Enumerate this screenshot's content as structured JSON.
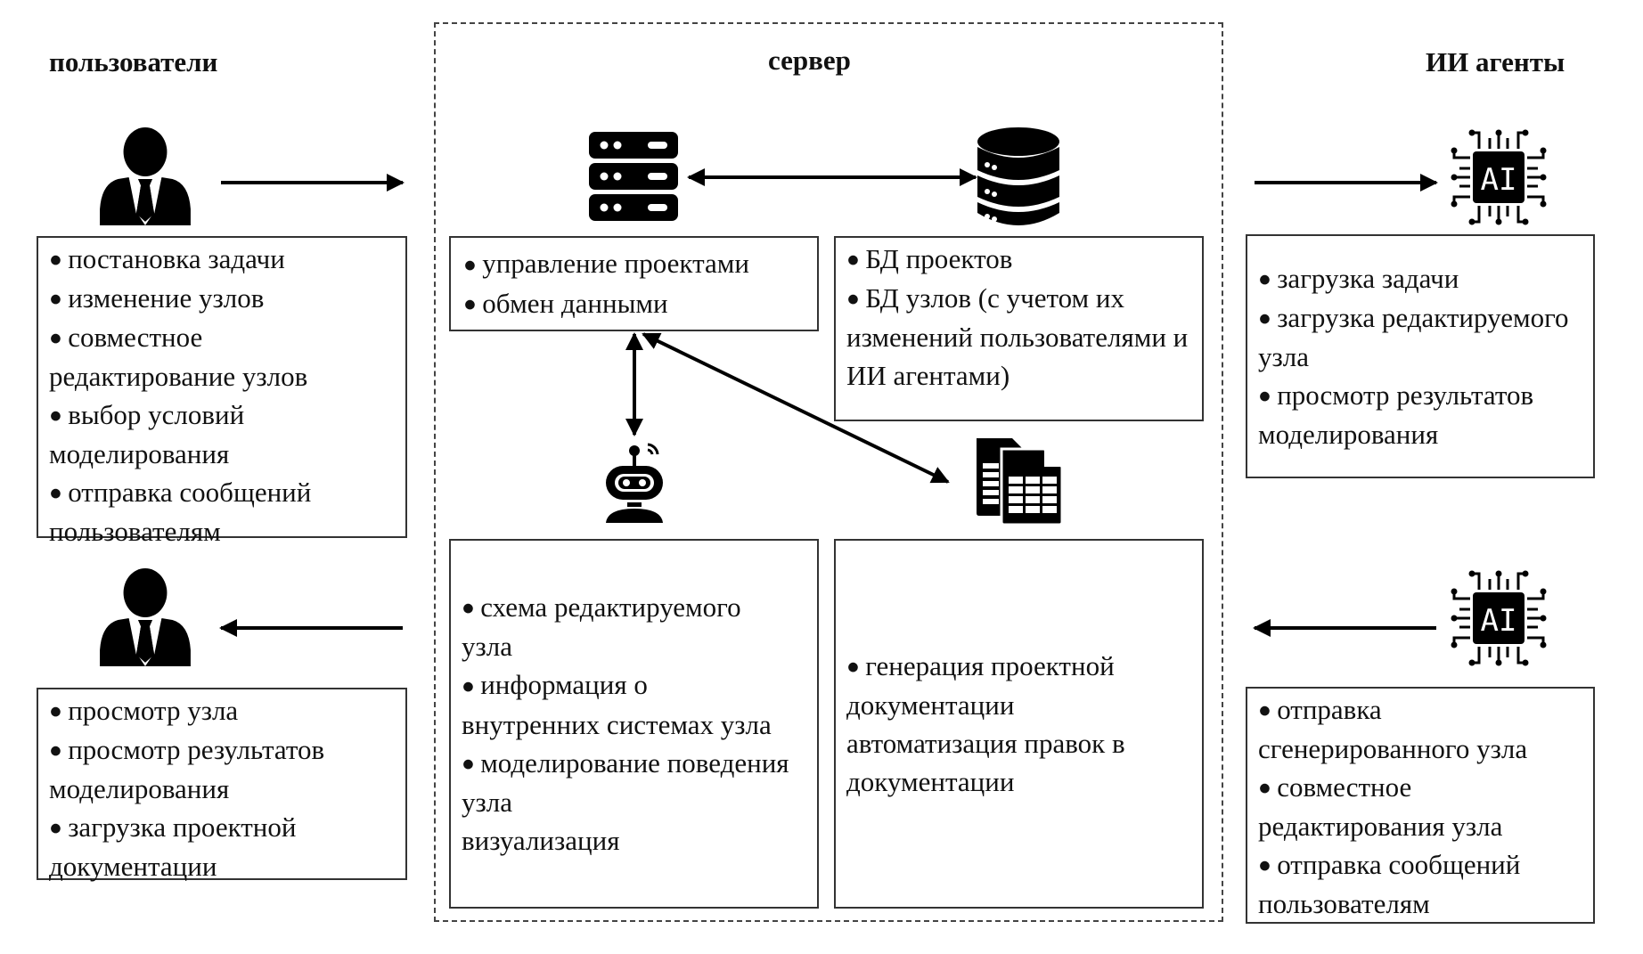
{
  "headings": {
    "users": "пользователи",
    "server": "сервер",
    "ai_agents": "ИИ агенты"
  },
  "users": {
    "input_box": {
      "items": [
        "постановка задачи",
        "изменение узлов",
        "совместное редактирование узлов",
        "выбор условий моделирования",
        "отправка сообщений пользователям"
      ]
    },
    "output_box": {
      "items": [
        "просмотр узла",
        "просмотр результатов моделирования",
        "загрузка проектной документации"
      ]
    }
  },
  "server": {
    "app_box": {
      "items": [
        "управление проектами",
        "обмен данными"
      ]
    },
    "db_box": {
      "items": [
        "БД проектов",
        "БД узлов (с учетом их изменений пользователями и ИИ агентами)"
      ]
    },
    "modeling_box": {
      "items": [
        "схема редактируемого узла",
        "информация о внутренних системах узла",
        "моделирование поведения узла"
      ],
      "plain": "визуализация"
    },
    "docs_box": {
      "items": [
        "генерация проектной документации"
      ],
      "plain": "автоматизация правок в документации"
    }
  },
  "ai_agents": {
    "input_box": {
      "items": [
        "загрузка задачи",
        "загрузка редактируемого узла",
        "просмотр результатов моделирования"
      ]
    },
    "output_box": {
      "items": [
        "отправка сгенерированного узла",
        "совместное редактирования узла",
        "отправка сообщений пользователям"
      ]
    },
    "chip_label": "AI"
  },
  "icons": {
    "user_top": "person-icon",
    "user_bottom": "person-icon",
    "server": "server-rack-icon",
    "database": "database-icon",
    "robot": "robot-icon",
    "documents": "spreadsheet-documents-icon",
    "ai_top": "ai-chip-icon",
    "ai_bottom": "ai-chip-icon"
  },
  "colors": {
    "ink": "#000000",
    "border": "#333333",
    "background": "#ffffff"
  }
}
